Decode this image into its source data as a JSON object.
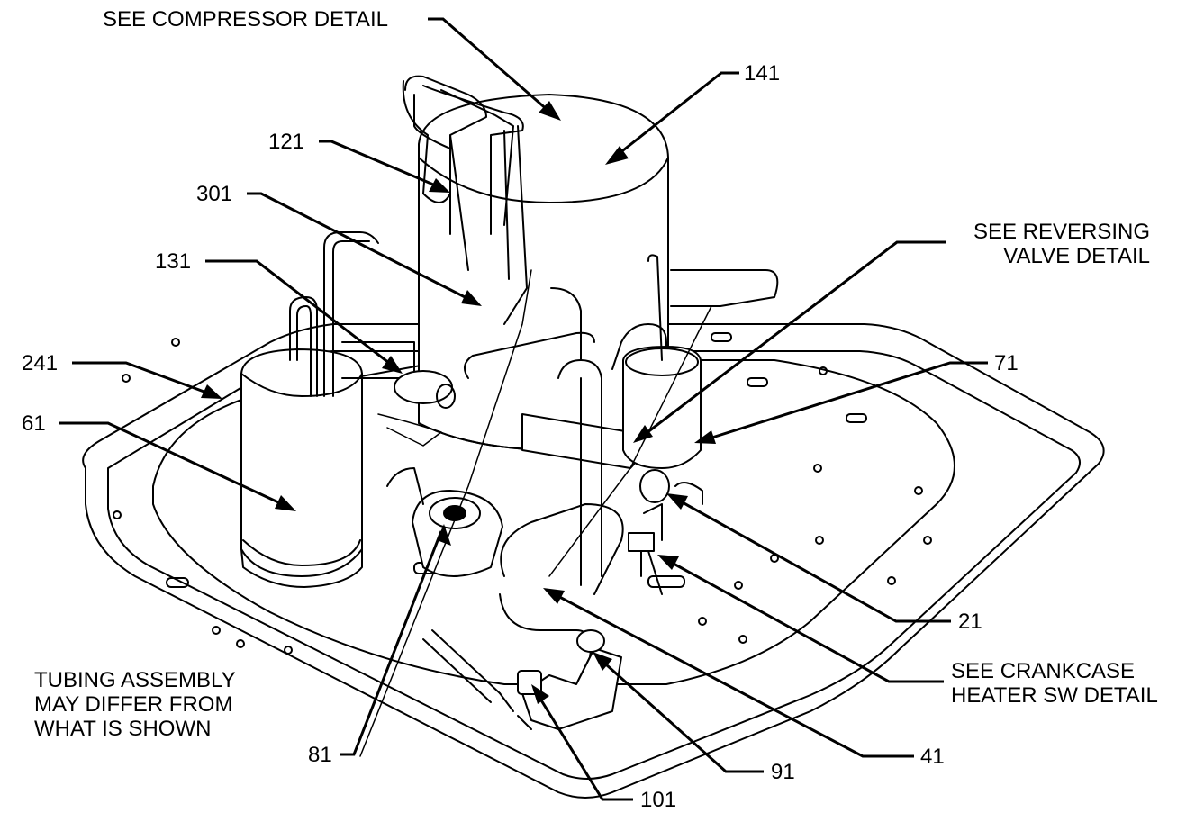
{
  "callouts": {
    "compressor_detail": "SEE COMPRESSOR DETAIL",
    "p141": "141",
    "p121": "121",
    "p301": "301",
    "p131": "131",
    "p241": "241",
    "p61": "61",
    "reversing_valve_line1": "SEE REVERSING",
    "reversing_valve_line2": "VALVE DETAIL",
    "p71": "71",
    "p21": "21",
    "crankcase_line1": "SEE CRANKCASE",
    "crankcase_line2": "HEATER SW DETAIL",
    "p41": "41",
    "p91": "91",
    "p81": "81",
    "p101": "101"
  },
  "note": {
    "line1": "TUBING ASSEMBLY",
    "line2": "MAY DIFFER FROM",
    "line3": "WHAT IS SHOWN"
  }
}
